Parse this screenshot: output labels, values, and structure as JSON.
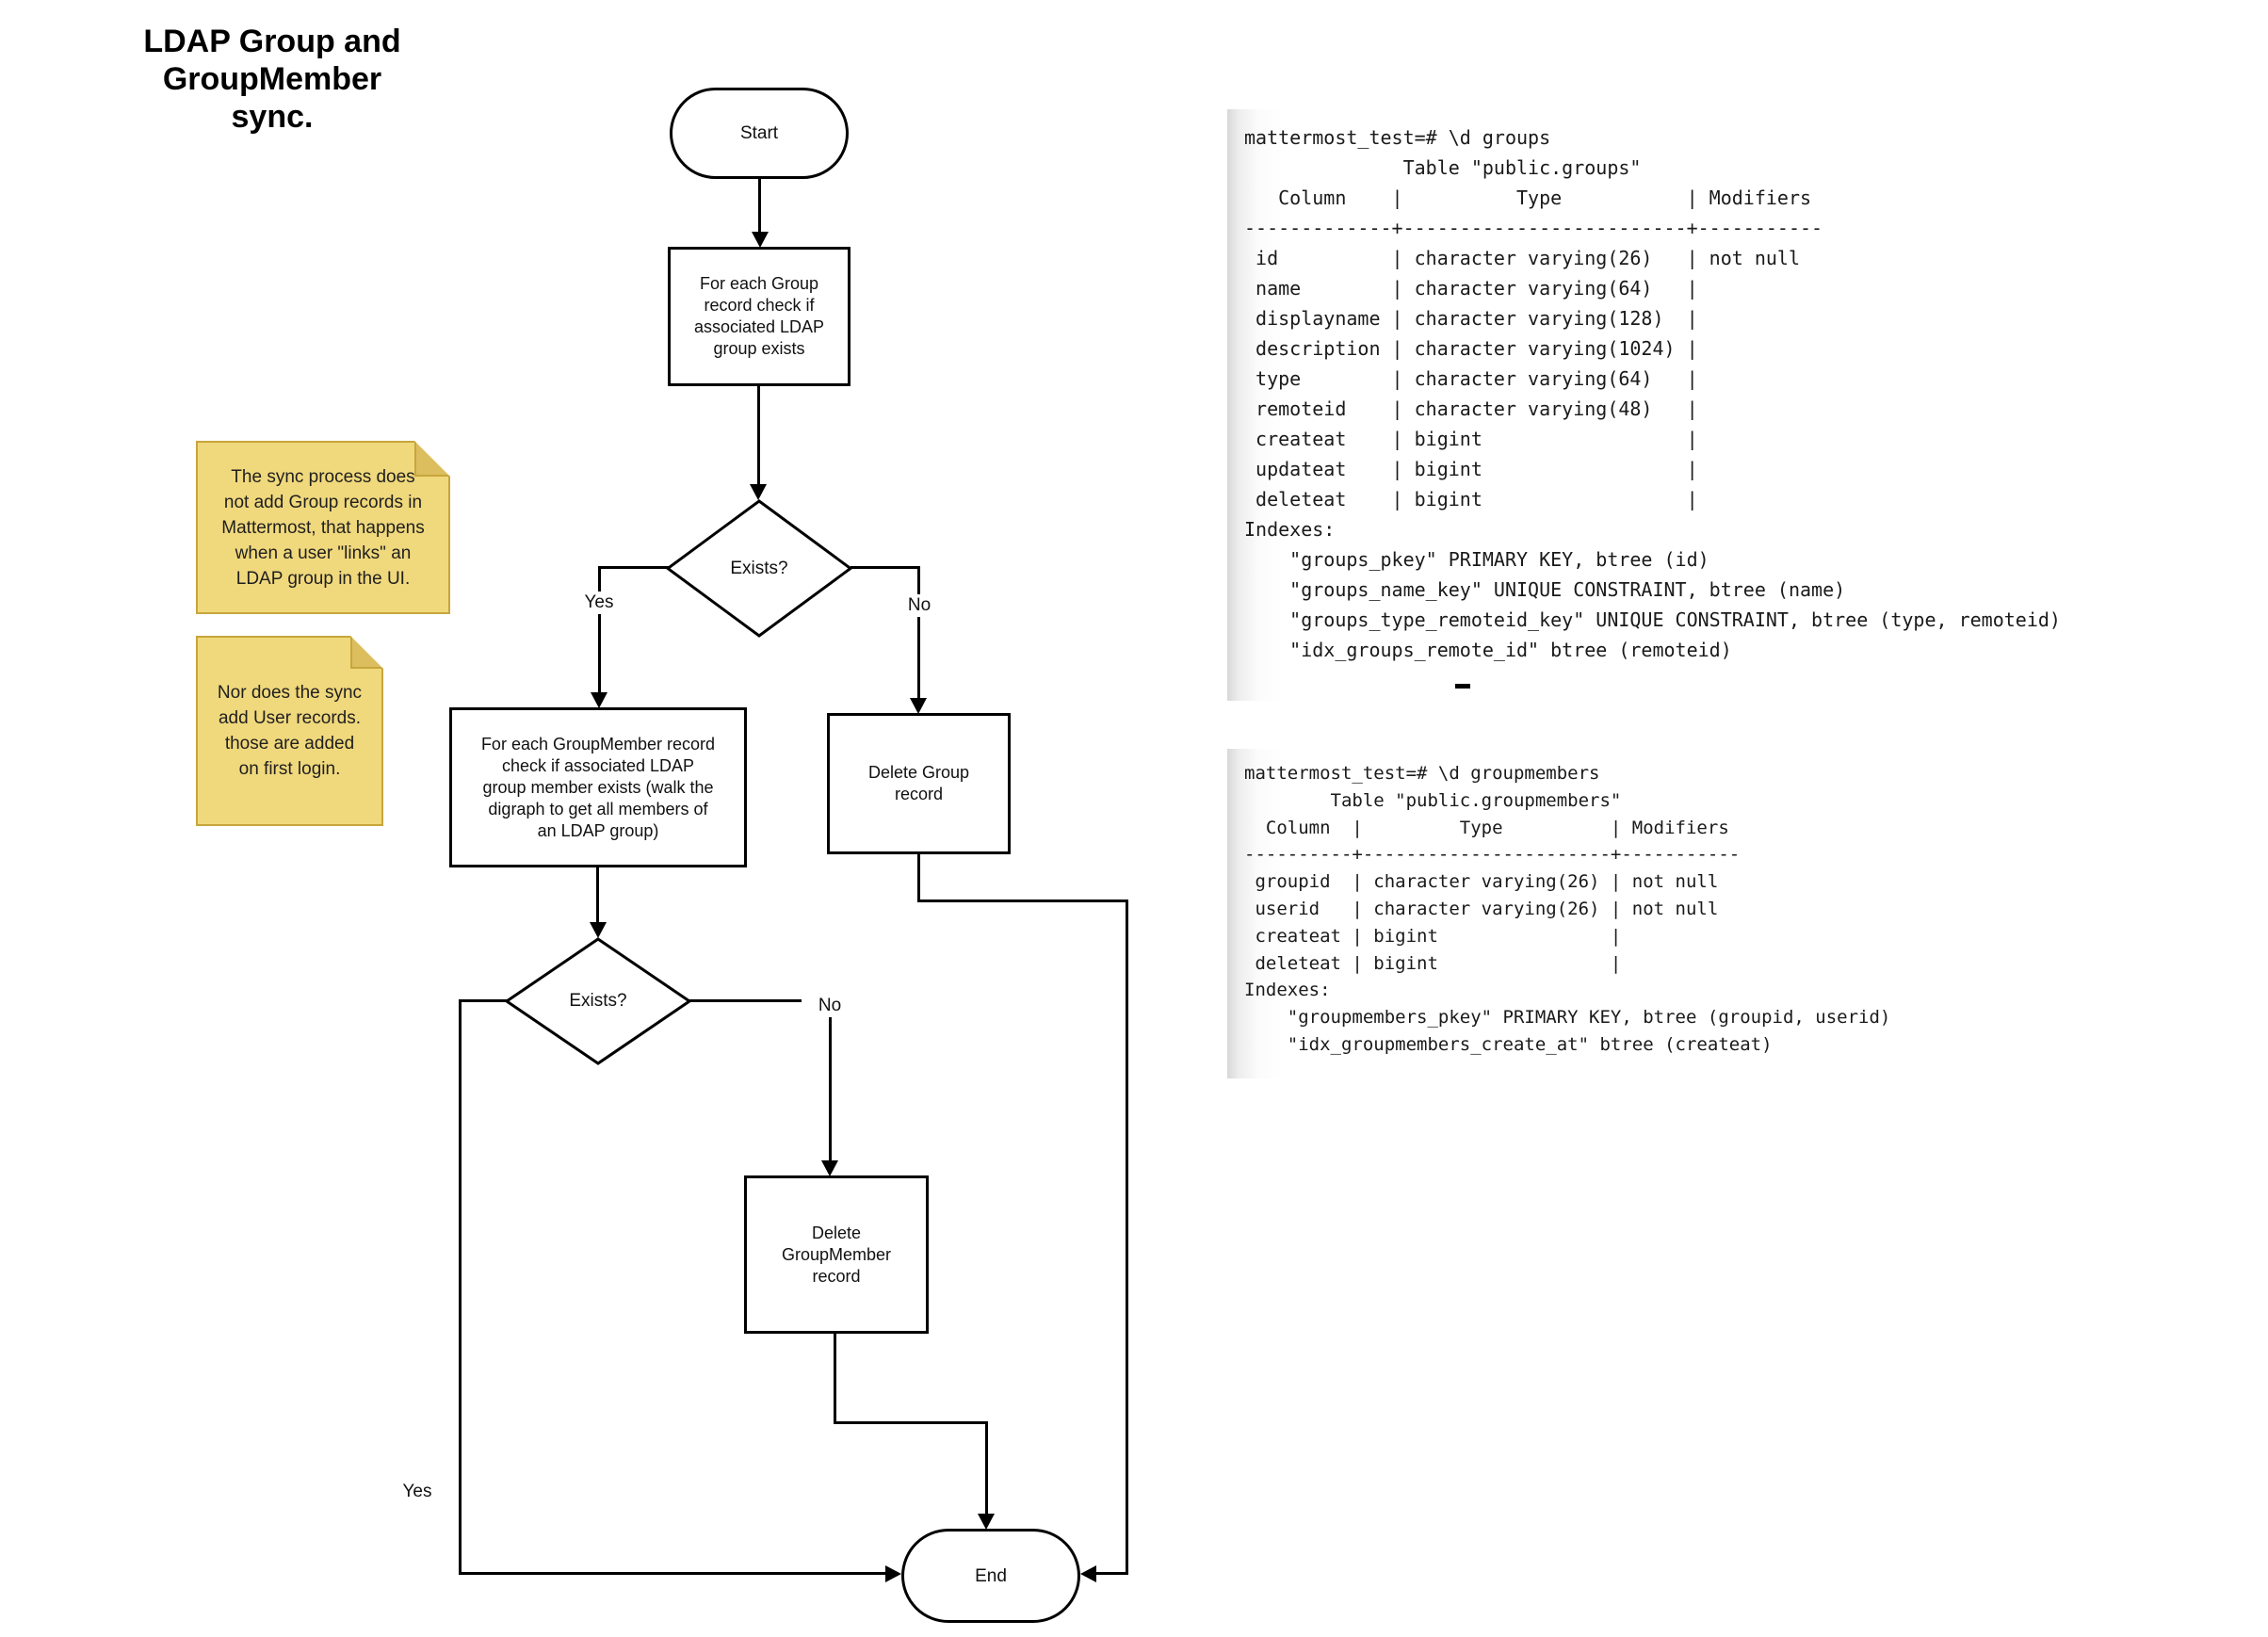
{
  "title": "LDAP Group and\nGroupMember sync.",
  "flowchart": {
    "start_label": "Start",
    "process_group_check": "For each Group\nrecord check if\nassociated LDAP\ngroup exists",
    "decision_group_exists": "Exists?",
    "decision_group_yes": "Yes",
    "decision_group_no": "No",
    "process_groupmember_check": "For each GroupMember record\ncheck if associated LDAP\ngroup member exists (walk the\ndigraph to get all members of\nan LDAP group)",
    "delete_group": "Delete Group\nrecord",
    "decision_member_exists": "Exists?",
    "decision_member_yes": "Yes",
    "decision_member_no": "No",
    "delete_groupmember": "Delete\nGroupMember\nrecord",
    "end_label": "End"
  },
  "notes": {
    "sync_group_note": "The sync process does\nnot add Group records in\nMattermost, that happens\nwhen a user \"links\" an\nLDAP group in the UI.",
    "sync_user_note": "Nor does the sync\nadd User records.\nthose are added\non first login."
  },
  "terminals": {
    "groups_output": "mattermost_test=# \\d groups\n              Table \"public.groups\"\n   Column    |          Type           | Modifiers\n-------------+-------------------------+-----------\n id          | character varying(26)   | not null\n name        | character varying(64)   | \n displayname | character varying(128)  | \n description | character varying(1024) | \n type        | character varying(64)   | \n remoteid    | character varying(48)   | \n createat    | bigint                  | \n updateat    | bigint                  | \n deleteat    | bigint                  | \nIndexes:\n    \"groups_pkey\" PRIMARY KEY, btree (id)\n    \"groups_name_key\" UNIQUE CONSTRAINT, btree (name)\n    \"groups_type_remoteid_key\" UNIQUE CONSTRAINT, btree (type, remoteid)\n    \"idx_groups_remote_id\" btree (remoteid)",
    "groupmembers_output": "mattermost_test=# \\d groupmembers\n        Table \"public.groupmembers\"\n  Column  |         Type          | Modifiers\n----------+-----------------------+-----------\n groupid  | character varying(26) | not null\n userid   | character varying(26) | not null\n createat | bigint                | \n deleteat | bigint                | \nIndexes:\n    \"groupmembers_pkey\" PRIMARY KEY, btree (groupid, userid)\n    \"idx_groupmembers_create_at\" btree (createat)"
  },
  "colors": {
    "note_fill": "#F0D87C",
    "note_fold": "#DCBE5E",
    "note_border": "#C7A63C",
    "line_color": "#000000",
    "background": "#ffffff"
  }
}
